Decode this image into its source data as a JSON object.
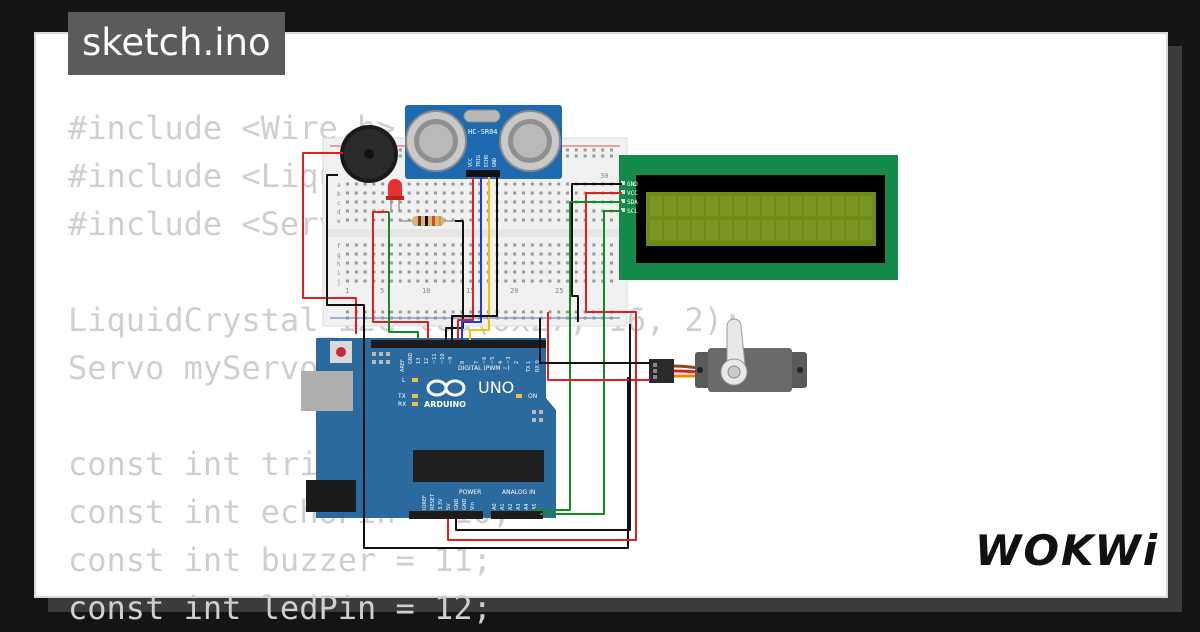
{
  "project_title": "sketch.ino",
  "code_lines": [
    "#include <Wire.h>",
    "#include <LiquidCrystal_I2C.h>",
    "#include <Servo.h>",
    "",
    "LiquidCrystal_I2C lcd(0x27, 16, 2);",
    "Servo myServo;",
    "",
    "const int trigPin = 9;",
    "const int echoPin = 10;",
    "const int buzzer = 11;",
    "const int ledPin = 12;"
  ],
  "brand": "WOKWi",
  "sensor_label": "HC-SR04",
  "sensor_pins": [
    "VCC",
    "TRIG",
    "ECHO",
    "GND"
  ],
  "lcd_pins": [
    "GND",
    "VCC",
    "SDA",
    "SCL"
  ],
  "arduino": {
    "model": "UNO",
    "brand": "ARDUINO",
    "digital_label": "DIGITAL (PWM ~)",
    "power_label": "POWER",
    "analog_label": "ANALOG IN",
    "on_label": "ON",
    "led_l": "L",
    "led_tx": "TX",
    "led_rx": "RX",
    "aref": "AREF",
    "gnd": "GND",
    "digital_pins": [
      "13",
      "12",
      "~11",
      "~10",
      "~9",
      "8",
      "7",
      "~6",
      "~5",
      "4",
      "~3",
      "2",
      "TX 1",
      "RX 0"
    ],
    "power_pins": [
      "IOREF",
      "RESET",
      "3.3V",
      "5V",
      "GND",
      "GND",
      "Vin"
    ],
    "analog_pins": [
      "A0",
      "A1",
      "A2",
      "A3",
      "A4",
      "A5"
    ]
  },
  "breadboard_numbers": [
    "1",
    "5",
    "10",
    "15",
    "20",
    "25",
    "30"
  ],
  "breadboard_rows": [
    "a",
    "b",
    "c",
    "d",
    "e",
    "f",
    "g",
    "h",
    "i",
    "j"
  ],
  "colors": {
    "background": "#141414",
    "card": "#ffffff",
    "code_text": "#cfcfcf",
    "title_bg": "#5b5b5b",
    "arduino_blue": "#2b6a9e",
    "lcd_green": "#138a49",
    "lcd_screen": "#6e8a1b",
    "sensor_blue": "#1e6ab0",
    "wire_red": "#e02020",
    "wire_black": "#111111",
    "wire_green": "#138a25",
    "wire_blue": "#1a3fd0",
    "wire_yellow": "#f5c400"
  }
}
